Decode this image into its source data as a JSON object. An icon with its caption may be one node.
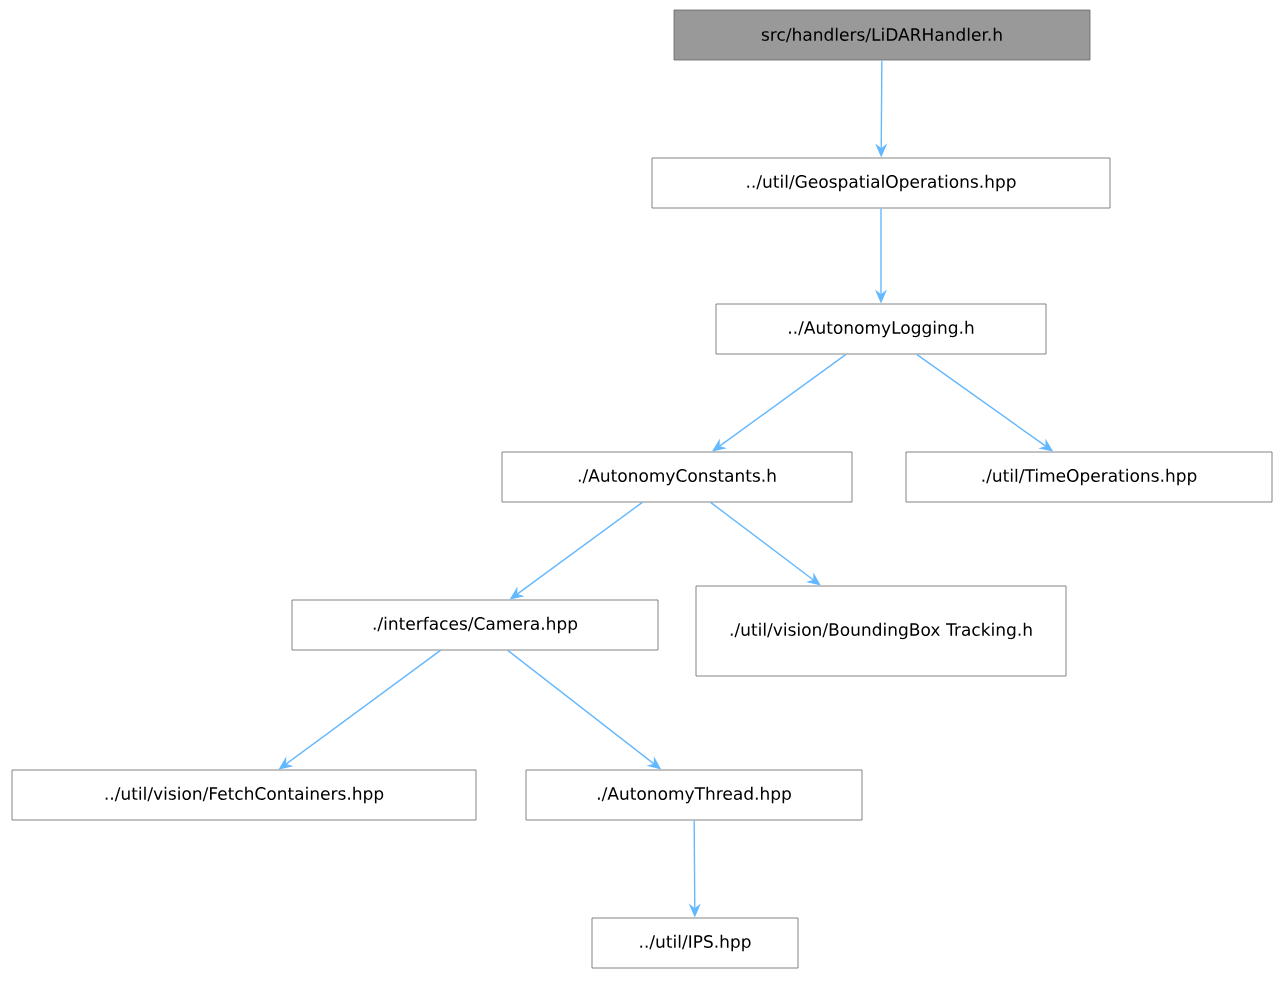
{
  "diagram": {
    "nodes": [
      {
        "text": [
          "src/handlers/LiDARHandler.h"
        ]
      },
      {
        "text": [
          "../util/GeospatialOperations.hpp"
        ]
      },
      {
        "text": [
          "../AutonomyLogging.h"
        ]
      },
      {
        "text": [
          "./AutonomyConstants.h"
        ]
      },
      {
        "text": [
          "./util/TimeOperations.hpp"
        ]
      },
      {
        "text": [
          "./interfaces/Camera.hpp"
        ]
      },
      {
        "text": [
          "./util/vision/BoundingBox Tracking.h"
        ]
      },
      {
        "text": [
          "../util/vision/FetchContainers.hpp"
        ]
      },
      {
        "text": [
          "./AutonomyThread.hpp"
        ]
      },
      {
        "text": [
          "../util/IPS.hpp"
        ]
      }
    ],
    "edges": [
      {
        "from": 0,
        "to": 1,
        "arrow": "to"
      },
      {
        "from": 1,
        "to": 2,
        "arrow": "to"
      },
      {
        "from": 2,
        "to": 3,
        "arrow": "to"
      },
      {
        "from": 2,
        "to": 4,
        "arrow": "to"
      },
      {
        "from": 3,
        "to": 5,
        "arrow": "to"
      },
      {
        "from": 3,
        "to": 6,
        "arrow": "to"
      },
      {
        "from": 5,
        "to": 7,
        "arrow": "to"
      },
      {
        "from": 5,
        "to": 8,
        "arrow": "to"
      },
      {
        "from": 8,
        "to": 9,
        "arrow": "to"
      }
    ]
  }
}
